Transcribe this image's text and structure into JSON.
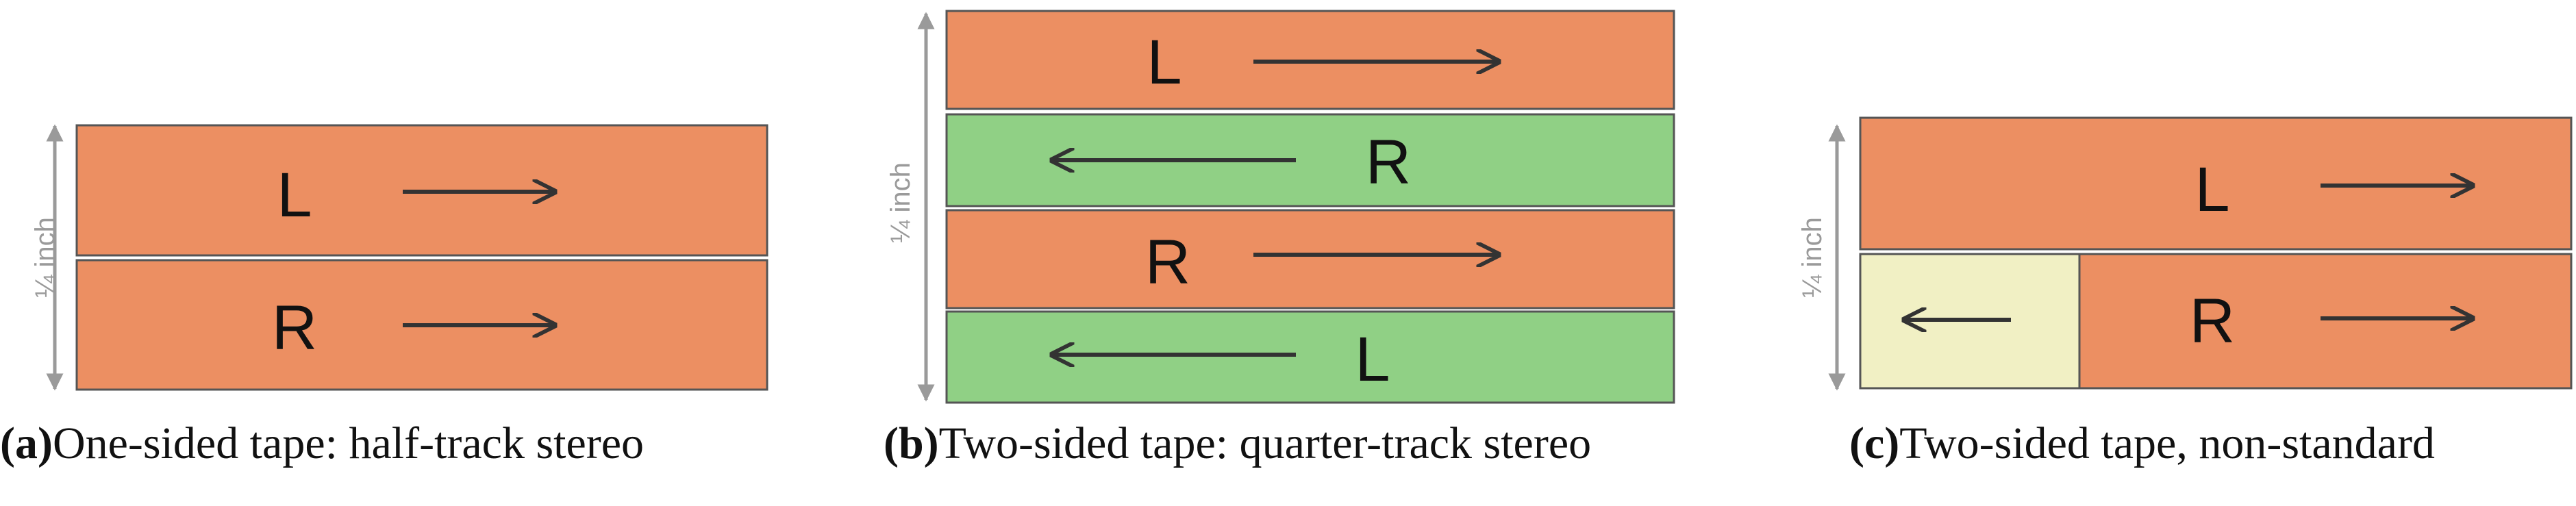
{
  "colors": {
    "orange_track": "#ec8f62",
    "green_track": "#90d085",
    "pale_track": "#f1f0c4",
    "track_border": "#555555",
    "arrow": "#333333",
    "dimension": "#9a9a9a"
  },
  "panels": [
    {
      "dimension_label": "¼ inch",
      "tracks": [
        {
          "letter": "L",
          "direction": "right",
          "color": "orange"
        },
        {
          "letter": "R",
          "direction": "right",
          "color": "orange"
        }
      ],
      "caption_tag": "(a)",
      "caption_text": "One-sided tape: half-track stereo"
    },
    {
      "dimension_label": "¼ inch",
      "tracks": [
        {
          "letter": "L",
          "direction": "right",
          "color": "orange"
        },
        {
          "letter": "R",
          "direction": "left",
          "color": "green"
        },
        {
          "letter": "R",
          "direction": "right",
          "color": "orange"
        },
        {
          "letter": "L",
          "direction": "left",
          "color": "green"
        }
      ],
      "caption_tag": "(b)",
      "caption_text": "Two-sided tape: quarter-track stereo"
    },
    {
      "dimension_label": "¼ inch",
      "tracks": [
        {
          "letter": "L",
          "direction": "right",
          "color": "orange"
        },
        {
          "letter": "R",
          "direction": "right",
          "color": "orange",
          "side_segment": {
            "direction": "left",
            "color": "pale"
          }
        }
      ],
      "caption_tag": "(c)",
      "caption_text": "Two-sided tape, non-standard"
    }
  ]
}
